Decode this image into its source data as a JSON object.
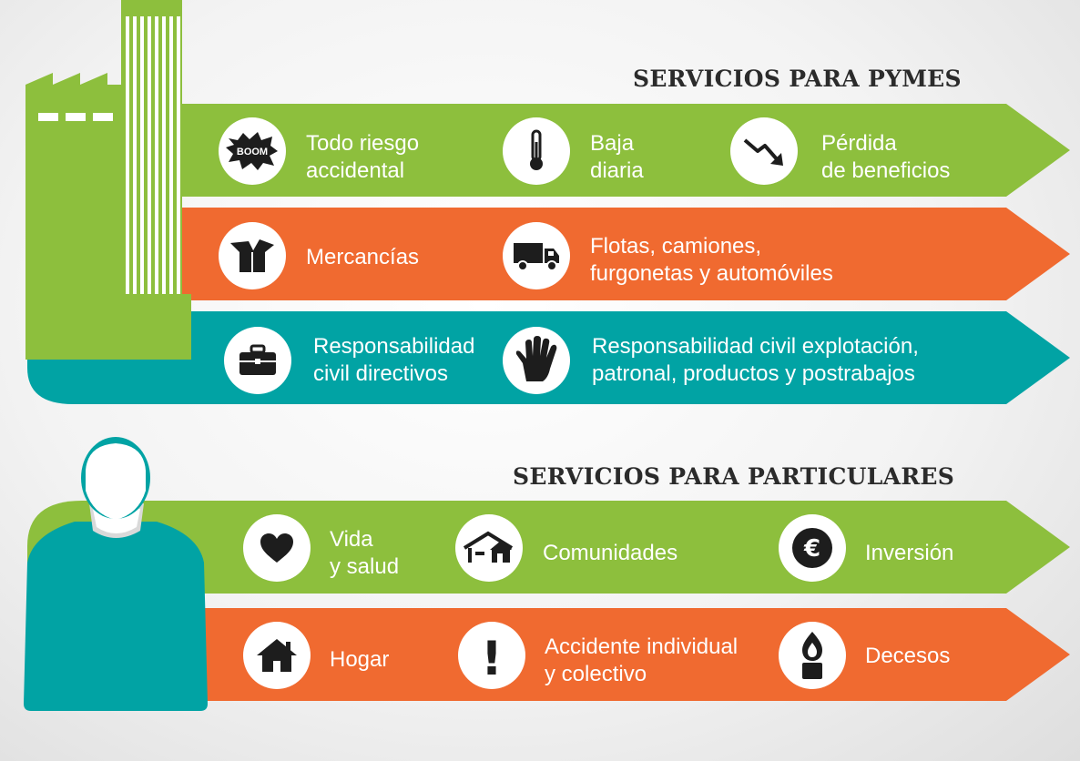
{
  "colors": {
    "green": "#8dbf3d",
    "orange": "#f06a30",
    "teal": "#01a3a4",
    "icon": "#1d1d1d",
    "title": "#2b2b2b"
  },
  "pymes": {
    "title": "SERVICIOS PARA PYMES",
    "rows": [
      {
        "color": "green",
        "items": [
          {
            "icon": "boom-icon",
            "icon_text": "BOOM",
            "line1": "Todo riesgo",
            "line2": "accidental"
          },
          {
            "icon": "thermometer-icon",
            "line1": "Baja",
            "line2": "diaria"
          },
          {
            "icon": "trend-down-icon",
            "line1": "Pérdida",
            "line2": "de beneficios"
          }
        ]
      },
      {
        "color": "orange",
        "items": [
          {
            "icon": "box-icon",
            "line1": "Mercancías",
            "line2": ""
          },
          {
            "icon": "truck-icon",
            "line1": "Flotas, camiones,",
            "line2": "furgonetas y automóviles"
          }
        ]
      },
      {
        "color": "teal",
        "items": [
          {
            "icon": "briefcase-icon",
            "line1": "Responsabilidad",
            "line2": "civil directivos"
          },
          {
            "icon": "hand-icon",
            "line1": "Responsabilidad civil explotación,",
            "line2": "patronal, productos y postrabajos"
          }
        ]
      }
    ]
  },
  "particulares": {
    "title": "SERVICIOS PARA PARTICULARES",
    "rows": [
      {
        "color": "green",
        "items": [
          {
            "icon": "heart-icon",
            "line1": "Vida",
            "line2": " y salud"
          },
          {
            "icon": "community-icon",
            "line1": "Comunidades",
            "line2": ""
          },
          {
            "icon": "euro-icon",
            "icon_text": "€",
            "line1": "Inversión",
            "line2": ""
          }
        ]
      },
      {
        "color": "orange",
        "items": [
          {
            "icon": "house-icon",
            "line1": "Hogar",
            "line2": ""
          },
          {
            "icon": "exclamation-icon",
            "icon_text": "!",
            "line1": "Accidente individual",
            "line2": "y colectivo"
          },
          {
            "icon": "candle-icon",
            "line1": "Decesos",
            "line2": ""
          }
        ]
      }
    ]
  }
}
